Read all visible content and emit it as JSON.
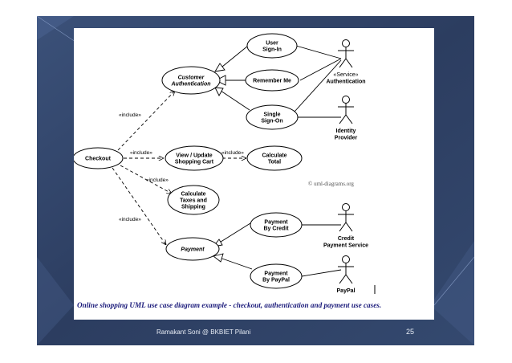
{
  "diagram": {
    "use_cases": [
      {
        "id": "user-sign-in",
        "lines": [
          "User",
          "Sign-In"
        ],
        "italic": false
      },
      {
        "id": "customer-authentication",
        "lines": [
          "Customer",
          "Authentication"
        ],
        "italic": true
      },
      {
        "id": "remember-me",
        "lines": [
          "Remember Me"
        ],
        "italic": false
      },
      {
        "id": "single-sign-on",
        "lines": [
          "Single",
          "Sign-On"
        ],
        "italic": false
      },
      {
        "id": "checkout",
        "lines": [
          "Checkout"
        ],
        "italic": false
      },
      {
        "id": "view-update-cart",
        "lines": [
          "View / Update",
          "Shopping Cart"
        ],
        "italic": false
      },
      {
        "id": "calculate-total",
        "lines": [
          "Calculate",
          "Total"
        ],
        "italic": false
      },
      {
        "id": "calculate-taxes",
        "lines": [
          "Calculate",
          "Taxes and",
          "Shipping"
        ],
        "italic": false
      },
      {
        "id": "payment-by-credit",
        "lines": [
          "Payment",
          "By Credit"
        ],
        "italic": false
      },
      {
        "id": "payment",
        "lines": [
          "Payment"
        ],
        "italic": true
      },
      {
        "id": "payment-by-paypal",
        "lines": [
          "Payment",
          "By PayPal"
        ],
        "italic": false
      }
    ],
    "actors": [
      {
        "id": "authentication",
        "lines": [
          "«Service»",
          "Authentication"
        ]
      },
      {
        "id": "identity-provider",
        "lines": [
          "Identity",
          "Provider"
        ]
      },
      {
        "id": "credit-payment-service",
        "lines": [
          "Credit",
          "Payment Service"
        ]
      },
      {
        "id": "paypal",
        "lines": [
          "PayPal"
        ]
      }
    ],
    "include_label": "«include»",
    "watermark": "© uml-diagrams.org"
  },
  "caption": "Online shopping UML use case diagram example - checkout, authentication and payment use cases.",
  "footer": {
    "author": "Ramakant Soni @ BKBIET Pilani",
    "page": "25"
  },
  "colors": {
    "slide_dark": "#2a3a5c",
    "slide_light": "#3d5480",
    "caption": "#1a1a7a"
  }
}
